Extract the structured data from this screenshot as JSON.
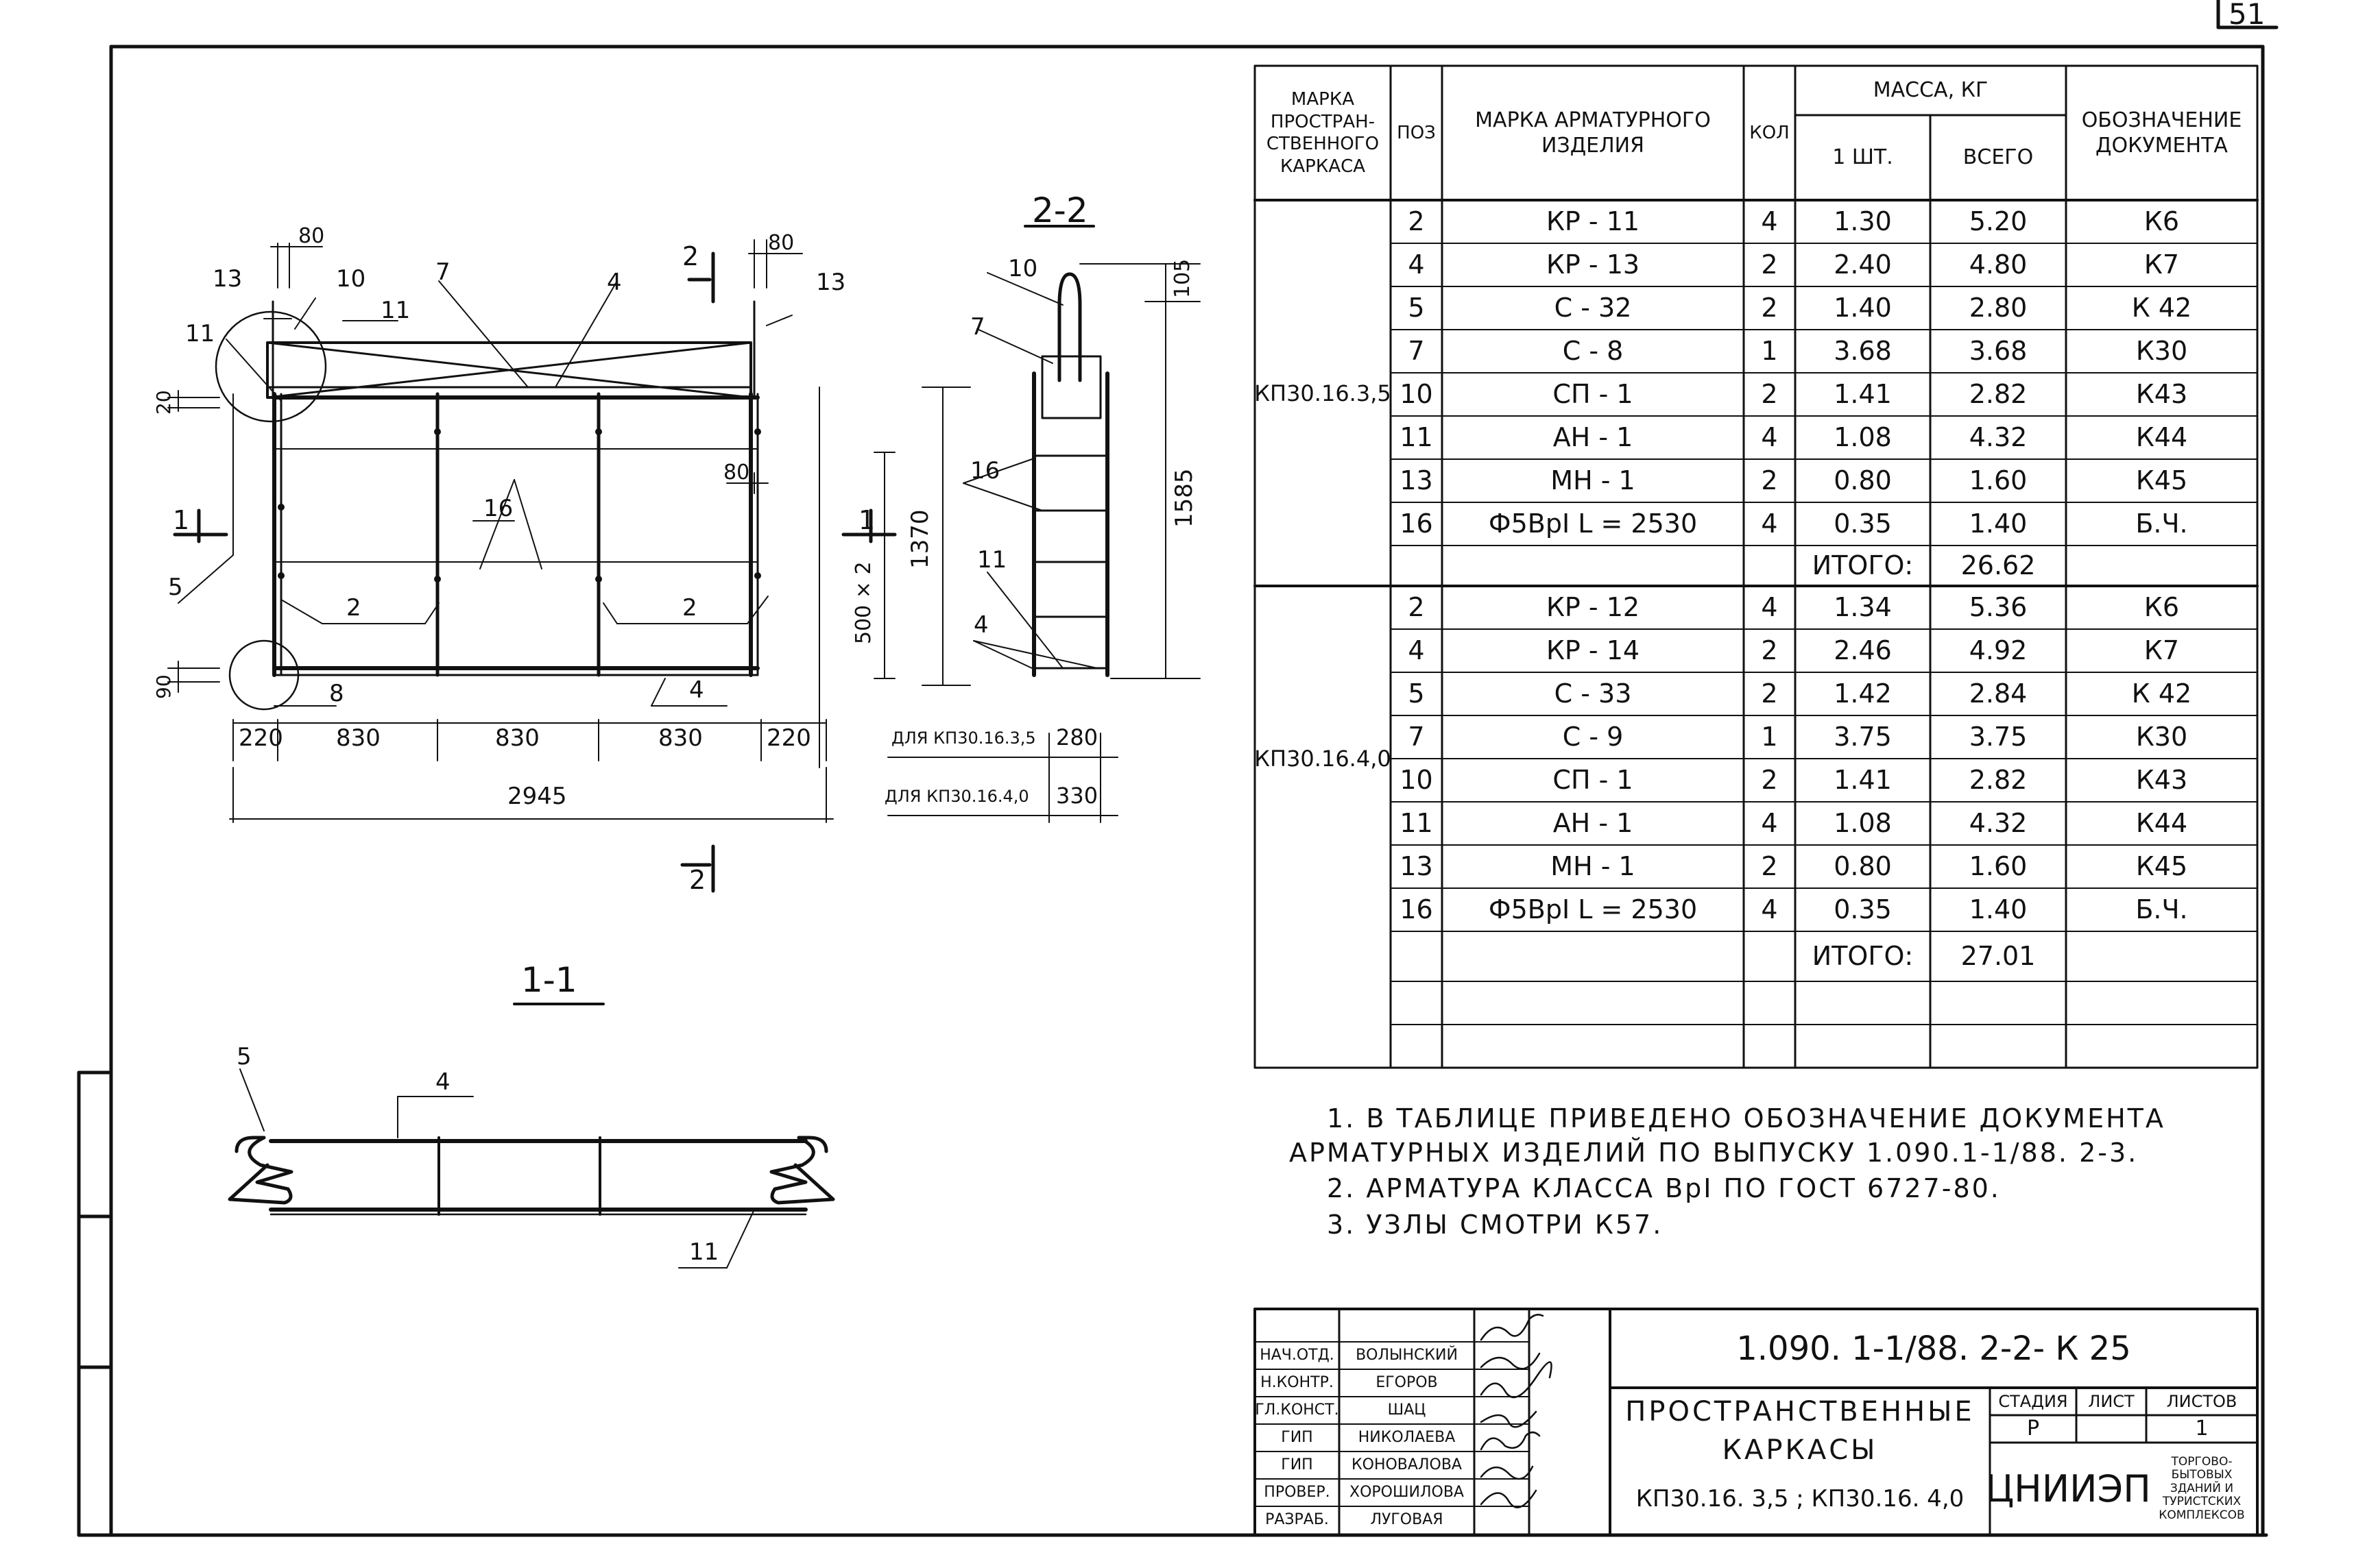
{
  "sheet_number": "51",
  "spec_table": {
    "headers": {
      "frame_mark": "МАРКА ПРОСТРАН- СТВЕННОГО КАРКАСА",
      "pos": "ПОЗ",
      "item_mark": "МАРКА АРМАТУРНОГО ИЗДЕЛИЯ",
      "qty": "КОЛ",
      "mass": "МАССА, КГ",
      "mass_one": "1 ШТ.",
      "mass_total": "ВСЕГО",
      "doc": "ОБОЗНАЧЕНИЕ ДОКУМЕНТА"
    },
    "groups": [
      {
        "frame": "КП30.16.3,5",
        "rows": [
          {
            "pos": "2",
            "mark": "КР - 11",
            "qty": "4",
            "one": "1.30",
            "total": "5.20",
            "doc": "К6"
          },
          {
            "pos": "4",
            "mark": "КР - 13",
            "qty": "2",
            "one": "2.40",
            "total": "4.80",
            "doc": "К7"
          },
          {
            "pos": "5",
            "mark": "С - 32",
            "qty": "2",
            "one": "1.40",
            "total": "2.80",
            "doc": "К 42"
          },
          {
            "pos": "7",
            "mark": "С - 8",
            "qty": "1",
            "one": "3.68",
            "total": "3.68",
            "doc": "К30"
          },
          {
            "pos": "10",
            "mark": "СП - 1",
            "qty": "2",
            "one": "1.41",
            "total": "2.82",
            "doc": "К43"
          },
          {
            "pos": "11",
            "mark": "АН - 1",
            "qty": "4",
            "one": "1.08",
            "total": "4.32",
            "doc": "К44"
          },
          {
            "pos": "13",
            "mark": "МН - 1",
            "qty": "2",
            "one": "0.80",
            "total": "1.60",
            "doc": "К45"
          },
          {
            "pos": "16",
            "mark": "Ф5ВрI L = 2530",
            "qty": "4",
            "one": "0.35",
            "total": "1.40",
            "doc": "Б.Ч."
          }
        ],
        "total_label": "ИТОГО:",
        "total_value": "26.62"
      },
      {
        "frame": "КП30.16.4,0",
        "rows": [
          {
            "pos": "2",
            "mark": "КР - 12",
            "qty": "4",
            "one": "1.34",
            "total": "5.36",
            "doc": "К6"
          },
          {
            "pos": "4",
            "mark": "КР - 14",
            "qty": "2",
            "one": "2.46",
            "total": "4.92",
            "doc": "К7"
          },
          {
            "pos": "5",
            "mark": "С - 33",
            "qty": "2",
            "one": "1.42",
            "total": "2.84",
            "doc": "К 42"
          },
          {
            "pos": "7",
            "mark": "С - 9",
            "qty": "1",
            "one": "3.75",
            "total": "3.75",
            "doc": "К30"
          },
          {
            "pos": "10",
            "mark": "СП - 1",
            "qty": "2",
            "one": "1.41",
            "total": "2.82",
            "doc": "К43"
          },
          {
            "pos": "11",
            "mark": "АН - 1",
            "qty": "4",
            "one": "1.08",
            "total": "4.32",
            "doc": "К44"
          },
          {
            "pos": "13",
            "mark": "МН - 1",
            "qty": "2",
            "one": "0.80",
            "total": "1.60",
            "doc": "К45"
          },
          {
            "pos": "16",
            "mark": "Ф5ВрI L = 2530",
            "qty": "4",
            "one": "0.35",
            "total": "1.40",
            "doc": "Б.Ч."
          }
        ],
        "total_label": "ИТОГО:",
        "total_value": "27.01"
      }
    ]
  },
  "notes": [
    "1. В ТАБЛИЦЕ ПРИВЕДЕНО ОБОЗНАЧЕНИЕ ДОКУМЕНТА",
    "АРМАТУРНЫХ ИЗДЕЛИЙ ПО ВЫПУСКУ 1.090.1-1/88. 2-3.",
    "2. АРМАТУРА КЛАССА ВрI ПО ГОСТ 6727-80.",
    "3. УЗЛЫ СМОТРИ К57."
  ],
  "title_block": {
    "roles": [
      "НАЧ.ОТД.",
      "Н.КОНТР.",
      "ГЛ.КОНСТ.",
      "ГИП",
      "ГИП",
      "ПРОВЕР.",
      "РАЗРАБ."
    ],
    "names": [
      "ВОЛЫНСКИЙ",
      "ЕГОРОВ",
      "ШАЦ",
      "НИКОЛАЕВА",
      "КОНОВАЛОВА",
      "ХОРОШИЛОВА",
      "ЛУГОВАЯ"
    ],
    "doc_code": "1.090. 1-1/88. 2-2- К 25",
    "title": "ПРОСТРАНСТВЕННЫЕ КАРКАСЫ",
    "subtitle": "КП30.16. 3,5 ; КП30.16. 4,0",
    "stage_label": "СТАДИЯ",
    "sheet_label": "ЛИСТ",
    "sheets_label": "ЛИСТОВ",
    "stage": "Р",
    "sheets": "1",
    "org": "ЦНИИЭП",
    "org_dept": "ТОРГОВО- БЫТОВЫХ ЗДАНИЙ И ТУРИСТСКИХ КОМПЛЕКСОВ"
  },
  "drawing": {
    "section_1_1": "1-1",
    "section_2_2": "2-2",
    "dims": {
      "d80a": "80",
      "d80b": "80",
      "d80c": "80",
      "d20": "20",
      "d90": "90",
      "d220a": "220",
      "d830a": "830",
      "d830b": "830",
      "d830c": "830",
      "d220b": "220",
      "d2945": "2945",
      "d500x2": "500 × 2",
      "d1370": "1370",
      "d105": "105",
      "d1585": "1585",
      "d280": "280",
      "d330": "330"
    },
    "for_labels": [
      "ДЛЯ КП30.16.3,5",
      "ДЛЯ КП30.16.4,0"
    ],
    "callouts": {
      "c13a": "13",
      "c10a": "10",
      "c11a": "11",
      "c11b": "11",
      "c7a": "7",
      "c4a": "4",
      "c13b": "13",
      "c16a": "16",
      "c2a": "2",
      "c2b": "2",
      "c5a": "5",
      "c8": "8",
      "c4b": "4",
      "c10b": "10",
      "c7b": "7",
      "c16b": "16",
      "c11c": "11",
      "c4c": "4",
      "c5b": "5",
      "c4d": "4",
      "c11d": "11",
      "cut1a": "1",
      "cut1b": "1",
      "cut2a": "2",
      "cut2b": "2"
    }
  }
}
